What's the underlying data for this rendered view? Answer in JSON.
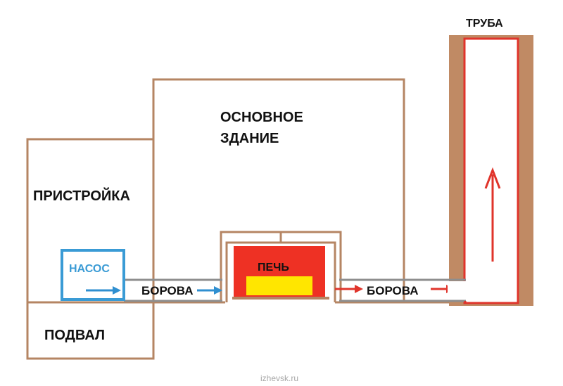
{
  "labels": {
    "main_building_line1": "ОСНОВНОЕ",
    "main_building_line2": "ЗДАНИЕ",
    "annex": "ПРИСТРОЙКА",
    "basement": "ПОДВАЛ",
    "pump": "НАСОС",
    "flue_left": "БОРОВА",
    "flue_right": "БОРОВА",
    "furnace": "ПЕЧЬ",
    "chimney": "ТРУБА",
    "watermark": "izhevsk.ru"
  },
  "colors": {
    "building_outline": "#b58563",
    "chimney_brick": "#c08a64",
    "chimney_flue": "#e0342b",
    "pump_outline": "#3a9bd5",
    "pump_text": "#3a9bd5",
    "cold_arrow": "#2f8fd0",
    "hot_arrow": "#e0342b",
    "flue_edge": "#8e8e8e",
    "furnace_fire": "#ee3124",
    "furnace_core": "#ffe600",
    "text": "#111111",
    "watermark": "#a7a7a7"
  }
}
